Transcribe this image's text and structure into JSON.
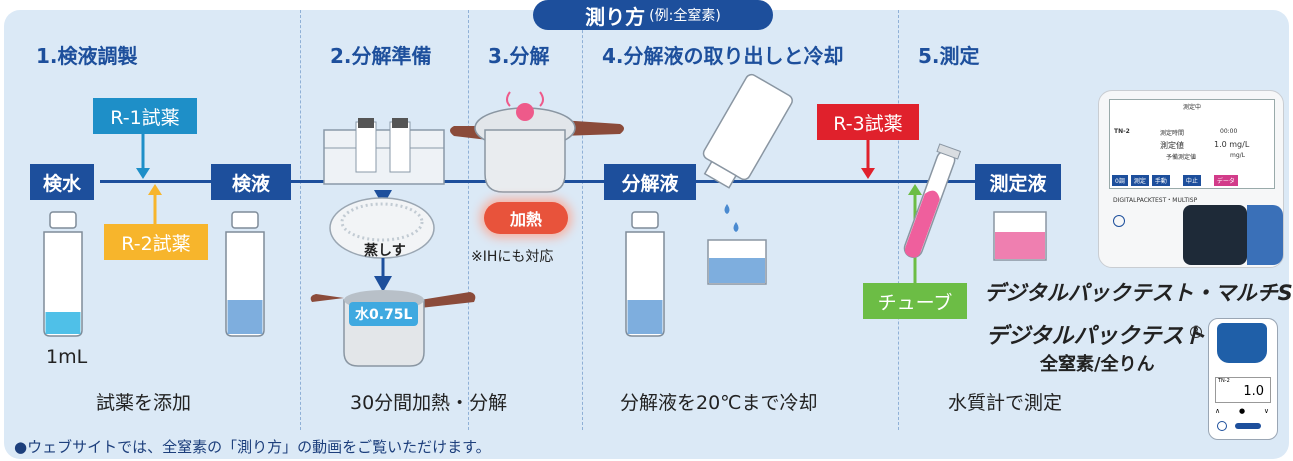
{
  "title": {
    "main": "測り方",
    "sub": "(例:全窒素)"
  },
  "steps": [
    {
      "label": "1.検液調製"
    },
    {
      "label": "2.分解準備"
    },
    {
      "label": "3.分解"
    },
    {
      "label": "4.分解液の取り出しと冷却"
    },
    {
      "label": "5.測定"
    }
  ],
  "labels": {
    "sample_water": "検水",
    "sample_liquid": "検液",
    "digest_liquid": "分解液",
    "measure_liquid": "測定液"
  },
  "reagents": {
    "r1": "R-1試薬",
    "r2": "R-2試薬",
    "r3": "R-3試薬",
    "tube": "チューブ"
  },
  "colors": {
    "navy": "#1d4f9c",
    "r1": "#1e8fc8",
    "r2": "#f7b52c",
    "r3": "#e0212c",
    "tube": "#6cbd45",
    "heat": "#e8533b",
    "pot_handle": "#8b4b3a"
  },
  "annotations": {
    "volume": "1mL",
    "steam_plate": "蒸しす",
    "water": "水0.75L",
    "heat": "加熱",
    "ih": "※IHにも対応"
  },
  "captions": {
    "c1": "試薬を添加",
    "c2": "30分間加熱・分解",
    "c3": "分解液を20℃まで冷却",
    "c4": "水質計で測定"
  },
  "products": {
    "multi": "デジタルパックテスト・マルチSP",
    "single": "デジタルパックテスト",
    "single_sub": "全窒素/全りん",
    "single_mark": "R",
    "device_label": "DIGITALPACKTEST・MULTISP"
  },
  "device_screen": {
    "header": "測定中",
    "tn": "TN-2",
    "row1_label": "測定時間",
    "row1_value": "00:00",
    "row2_label": "測定値",
    "row2_value": "1.0 mg/L",
    "row3_label": "予備測定値",
    "row3_value": "mg/L",
    "buttons": [
      "0調",
      "測定",
      "手動",
      "中止",
      "データ"
    ]
  },
  "meter": {
    "code": "TN-2",
    "value": "1.0",
    "buttons": [
      "∧",
      "●",
      "∨"
    ]
  },
  "footer": "●ウェブサイトでは、全窒素の「測り方」の動画をご覧いただけます。"
}
